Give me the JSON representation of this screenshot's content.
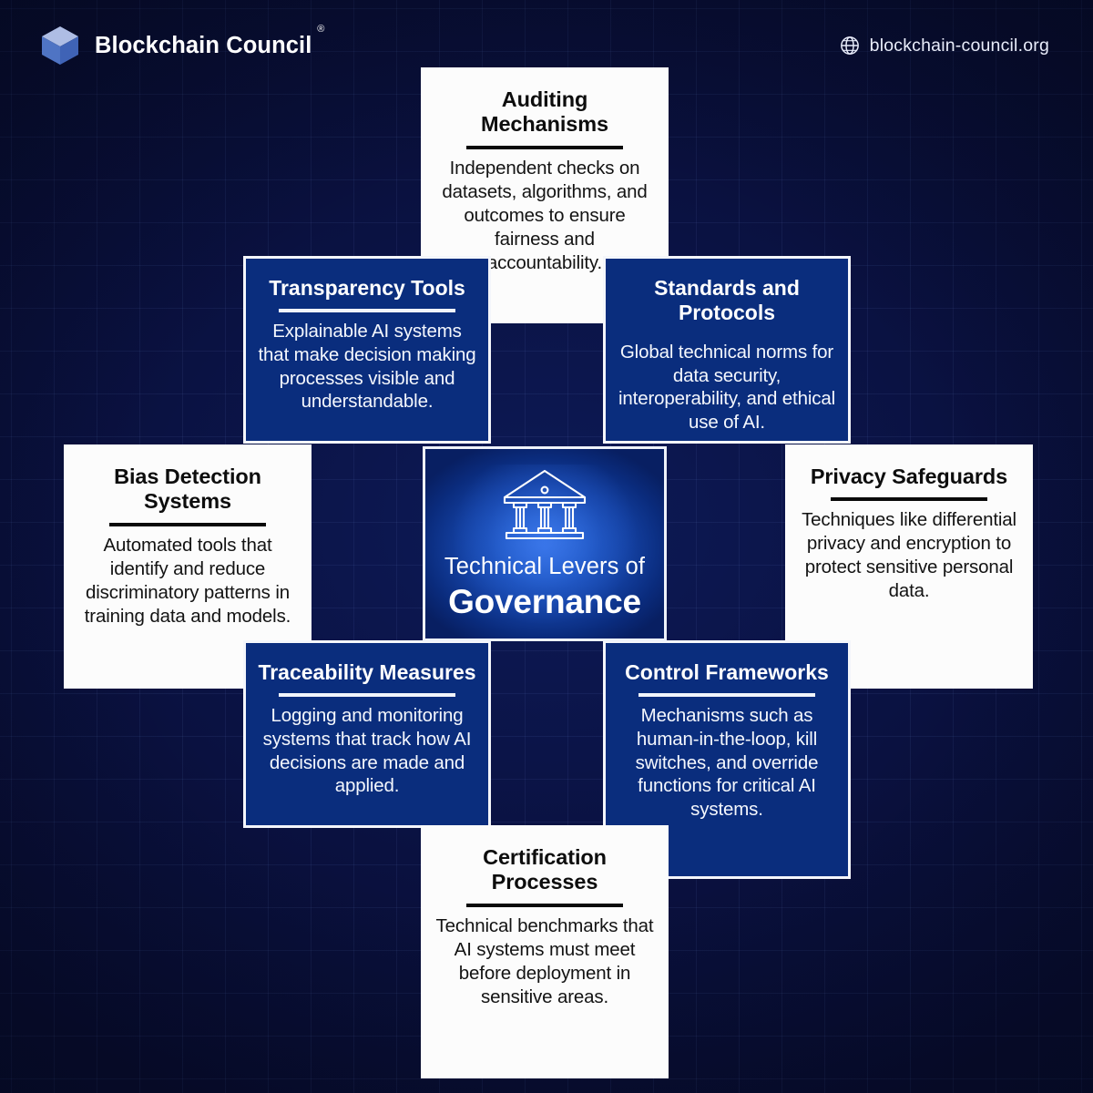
{
  "header": {
    "logo_icon": "blockchain-cube-icon",
    "brand_name": "Blockchain Council",
    "registered_mark": "®",
    "globe_icon": "globe-icon",
    "website": "blockchain-council.org"
  },
  "hub": {
    "icon": "bank-institution-icon",
    "line1": "Technical Levers of",
    "line2": "Governance"
  },
  "colors": {
    "background": "#0a1442",
    "card_blue": "#0a2d7d",
    "card_white": "#fcfcfc",
    "hub_accent": "#2f6ce0",
    "text_light": "#ffffff",
    "text_dark": "#111111"
  },
  "cards": [
    {
      "id": "auditing-mechanisms",
      "style": "white",
      "position": "top-center",
      "title": "Auditing Mechanisms",
      "body": "Independent checks on datasets, algorithms, and outcomes to ensure fairness and accountability."
    },
    {
      "id": "transparency-tools",
      "style": "blue",
      "position": "upper-left",
      "title": "Transparency Tools",
      "body": "Explainable AI systems that make decision making processes visible and understandable."
    },
    {
      "id": "standards-and-protocols",
      "style": "blue",
      "position": "upper-right",
      "title": "Standards and Protocols",
      "body": "Global technical norms for data security, interoperability, and ethical use of AI."
    },
    {
      "id": "bias-detection-systems",
      "style": "white",
      "position": "middle-left",
      "title": "Bias Detection Systems",
      "body": "Automated tools that identify and reduce discriminatory patterns in training data and models."
    },
    {
      "id": "privacy-safeguards",
      "style": "white",
      "position": "middle-right",
      "title": "Privacy Safeguards",
      "body": "Techniques like differential privacy and encryption to protect sensitive personal data."
    },
    {
      "id": "traceability-measures",
      "style": "blue",
      "position": "lower-left",
      "title": "Traceability Measures",
      "body": "Logging and monitoring systems that track how AI decisions are made and applied."
    },
    {
      "id": "control-frameworks",
      "style": "blue",
      "position": "lower-right",
      "title": "Control Frameworks",
      "body": "Mechanisms such as human-in-the-loop, kill switches, and override functions for critical AI systems."
    },
    {
      "id": "certification-processes",
      "style": "white",
      "position": "bottom-center",
      "title": "Certification Processes",
      "body": "Technical benchmarks that AI systems must meet before deployment in sensitive areas."
    }
  ]
}
